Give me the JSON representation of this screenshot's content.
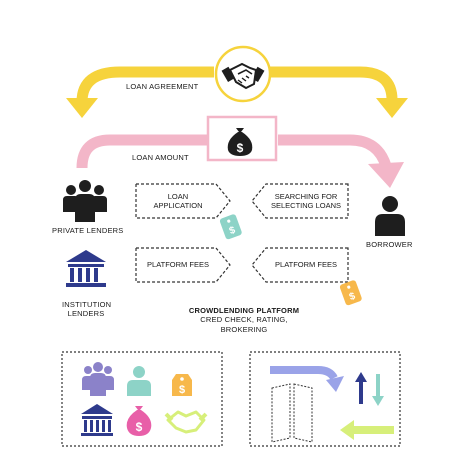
{
  "labels": {
    "loan_agreement": "LOAN AGREEMENT",
    "loan_amount": "LOAN AMOUNT",
    "private_lenders": "PRIVATE LENDERS",
    "borrower": "BORROWER",
    "institution_lenders_1": "INSTITUTION",
    "institution_lenders_2": "LENDERS",
    "loan_application_1": "LOAN",
    "loan_application_2": "APPLICATION",
    "searching_1": "SEARCHING FOR",
    "searching_2": "SELECTING LOANS",
    "platform_fees_left": "PLATFORM FEES",
    "platform_fees_right": "PLATFORM FEES",
    "platform_title": "CROWDLENDING PLATFORM",
    "platform_sub_1": "CRED CHECK, RATING,",
    "platform_sub_2": "BROKERING",
    "dollar": "$"
  },
  "colors": {
    "yellow": "#f6d33c",
    "pink": "#f3b6c8",
    "dark": "#1e1e1e",
    "teal": "#8dd3c7",
    "orange": "#f7b84b",
    "purple": "#8b82c9",
    "navy": "#2e3a8c",
    "lime": "#d7ef7a",
    "magenta": "#e85fa8",
    "lavender": "#9aa3e8"
  },
  "icons": [
    "handshake-icon",
    "money-bag-icon",
    "group-icon",
    "bank-icon",
    "person-icon",
    "price-tag-icon",
    "up-down-arrows-icon",
    "left-arrow-icon",
    "curved-arrow-icon"
  ]
}
